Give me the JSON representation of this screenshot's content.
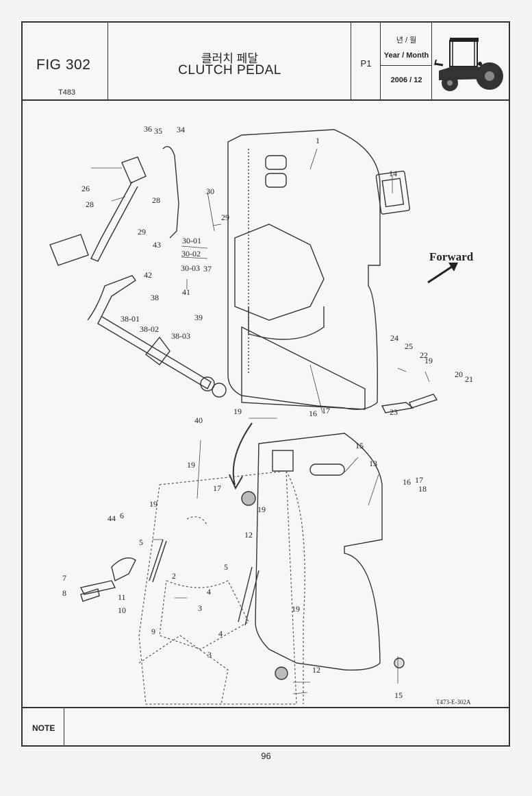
{
  "header": {
    "fig": "FIG 302",
    "model": "T483",
    "title_ko": "클러치 페달",
    "title_en": "CLUTCH PEDAL",
    "page": "P1",
    "ym_ko": "년 / 월",
    "ym_en": "Year / Month",
    "ym_value": "2006 / 12"
  },
  "drawing": {
    "forward": "Forward",
    "code": "T473-E-302A",
    "callouts": [
      "1",
      "2",
      "3",
      "3",
      "4",
      "4",
      "5",
      "5",
      "6",
      "7",
      "8",
      "9",
      "10",
      "11",
      "12",
      "12",
      "13",
      "14",
      "15",
      "15",
      "16",
      "16",
      "17",
      "17",
      "17",
      "18",
      "19",
      "19",
      "19",
      "19",
      "19",
      "19",
      "20",
      "21",
      "22",
      "23",
      "24",
      "25",
      "26",
      "28",
      "28",
      "29",
      "29",
      "30",
      "30-01",
      "30-02",
      "30-03",
      "34",
      "35",
      "36",
      "37",
      "38",
      "38-01",
      "38-02",
      "38-03",
      "39",
      "40",
      "41",
      "42",
      "43",
      "44"
    ]
  },
  "note": {
    "label": "NOTE"
  },
  "footer": {
    "page_number": "96"
  }
}
